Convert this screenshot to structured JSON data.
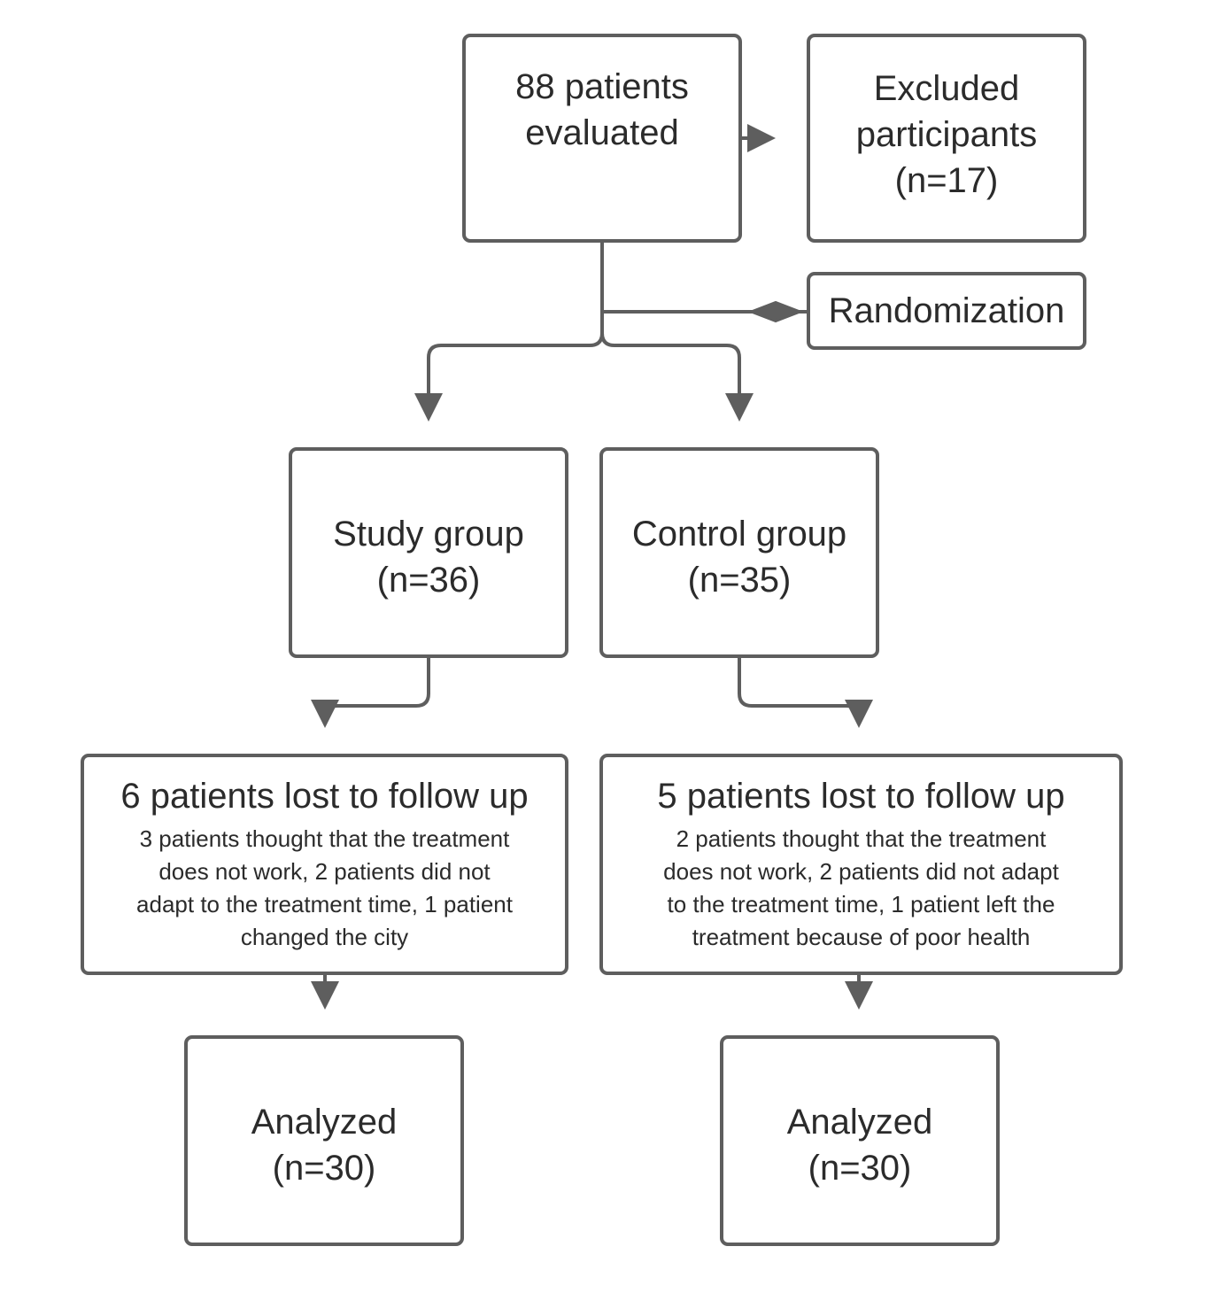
{
  "evaluated": {
    "line1": "88 patients",
    "line2": "evaluated"
  },
  "excluded": {
    "line1": "Excluded",
    "line2": "participants",
    "line3": "(n=17)"
  },
  "randomization": {
    "label": "Randomization"
  },
  "study_group": {
    "line1": "Study group",
    "line2": "(n=36)"
  },
  "control_group": {
    "line1": "Control group",
    "line2": "(n=35)"
  },
  "study_lost": {
    "title": "6 patients lost to follow up",
    "details": [
      "3 patients thought that the treatment",
      "does not work, 2 patients did not",
      "adapt to the treatment time, 1 patient",
      "changed the city"
    ]
  },
  "control_lost": {
    "title": "5 patients lost to follow up",
    "details": [
      "2 patients thought that the treatment",
      "does not work, 2 patients did not adapt",
      "to the treatment time, 1 patient left the",
      "treatment because of poor health"
    ]
  },
  "study_analyzed": {
    "line1": "Analyzed",
    "line2": "(n=30)"
  },
  "control_analyzed": {
    "line1": "Analyzed",
    "line2": "(n=30)"
  },
  "colors": {
    "line": "#5e5e5e",
    "text": "#2b2b2b",
    "background": "#ffffff"
  }
}
